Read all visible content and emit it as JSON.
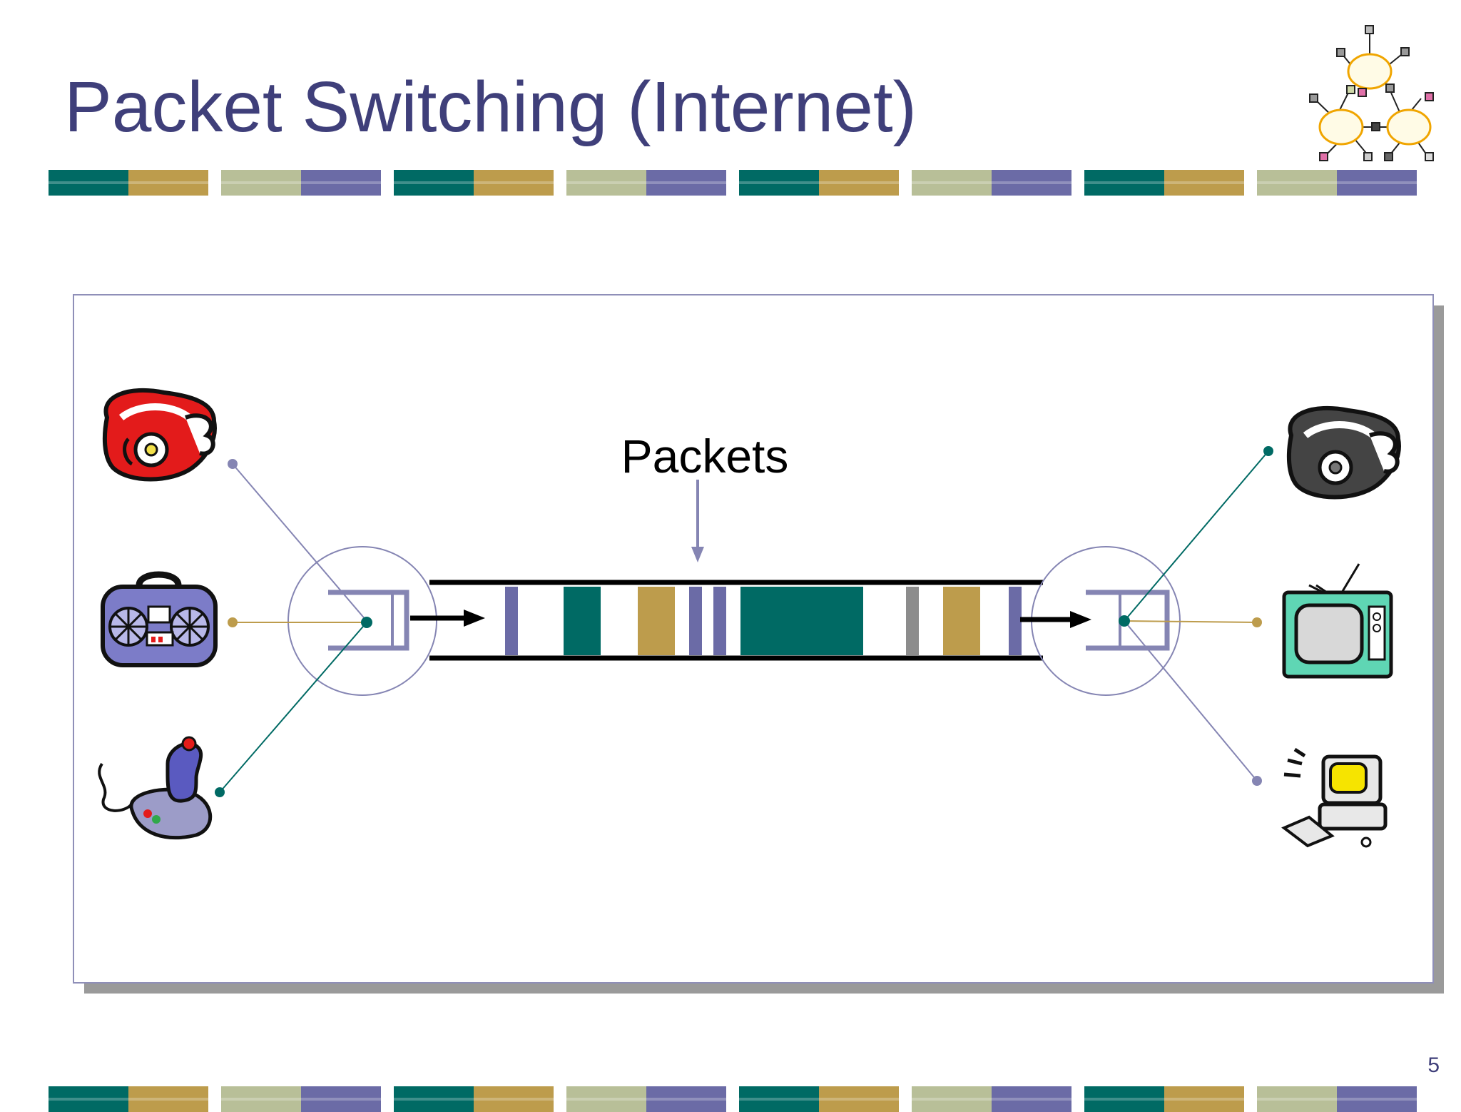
{
  "slide": {
    "title": "Packet Switching (Internet)",
    "page_number": "5"
  },
  "diagram": {
    "packets_label": "Packets",
    "left_devices": [
      "telephone-icon",
      "radio-icon",
      "joystick-icon"
    ],
    "right_devices": [
      "telephone-icon",
      "television-icon",
      "computer-icon"
    ],
    "packet_sequence": [
      "purple",
      "teal",
      "tan",
      "purple",
      "purple",
      "teal",
      "gray",
      "tan",
      "purple"
    ]
  },
  "colors": {
    "title": "#3f3f7a",
    "teal": "#006a64",
    "tan": "#bd9c4c",
    "sage": "#b8bf98",
    "purple": "#6b6ba6",
    "link_purple": "#8585b3",
    "gray": "#8c8c8c"
  }
}
